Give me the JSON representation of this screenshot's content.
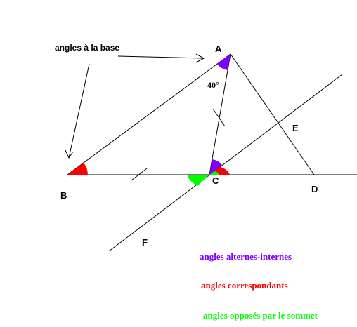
{
  "points": {
    "A": "A",
    "B": "B",
    "C": "C",
    "D": "D",
    "E": "E",
    "F": "F"
  },
  "annotation": {
    "base_angles": "angles à la base",
    "apex_angle": "40°"
  },
  "legend": {
    "alternate_interior": "angles alternes-internes",
    "corresponding": "angles correspondants",
    "vertical": "angles opposés par le sommet"
  },
  "colors": {
    "purple": "#7f00ff",
    "red": "#ff0000",
    "green": "#00ff00",
    "line": "#000000"
  }
}
